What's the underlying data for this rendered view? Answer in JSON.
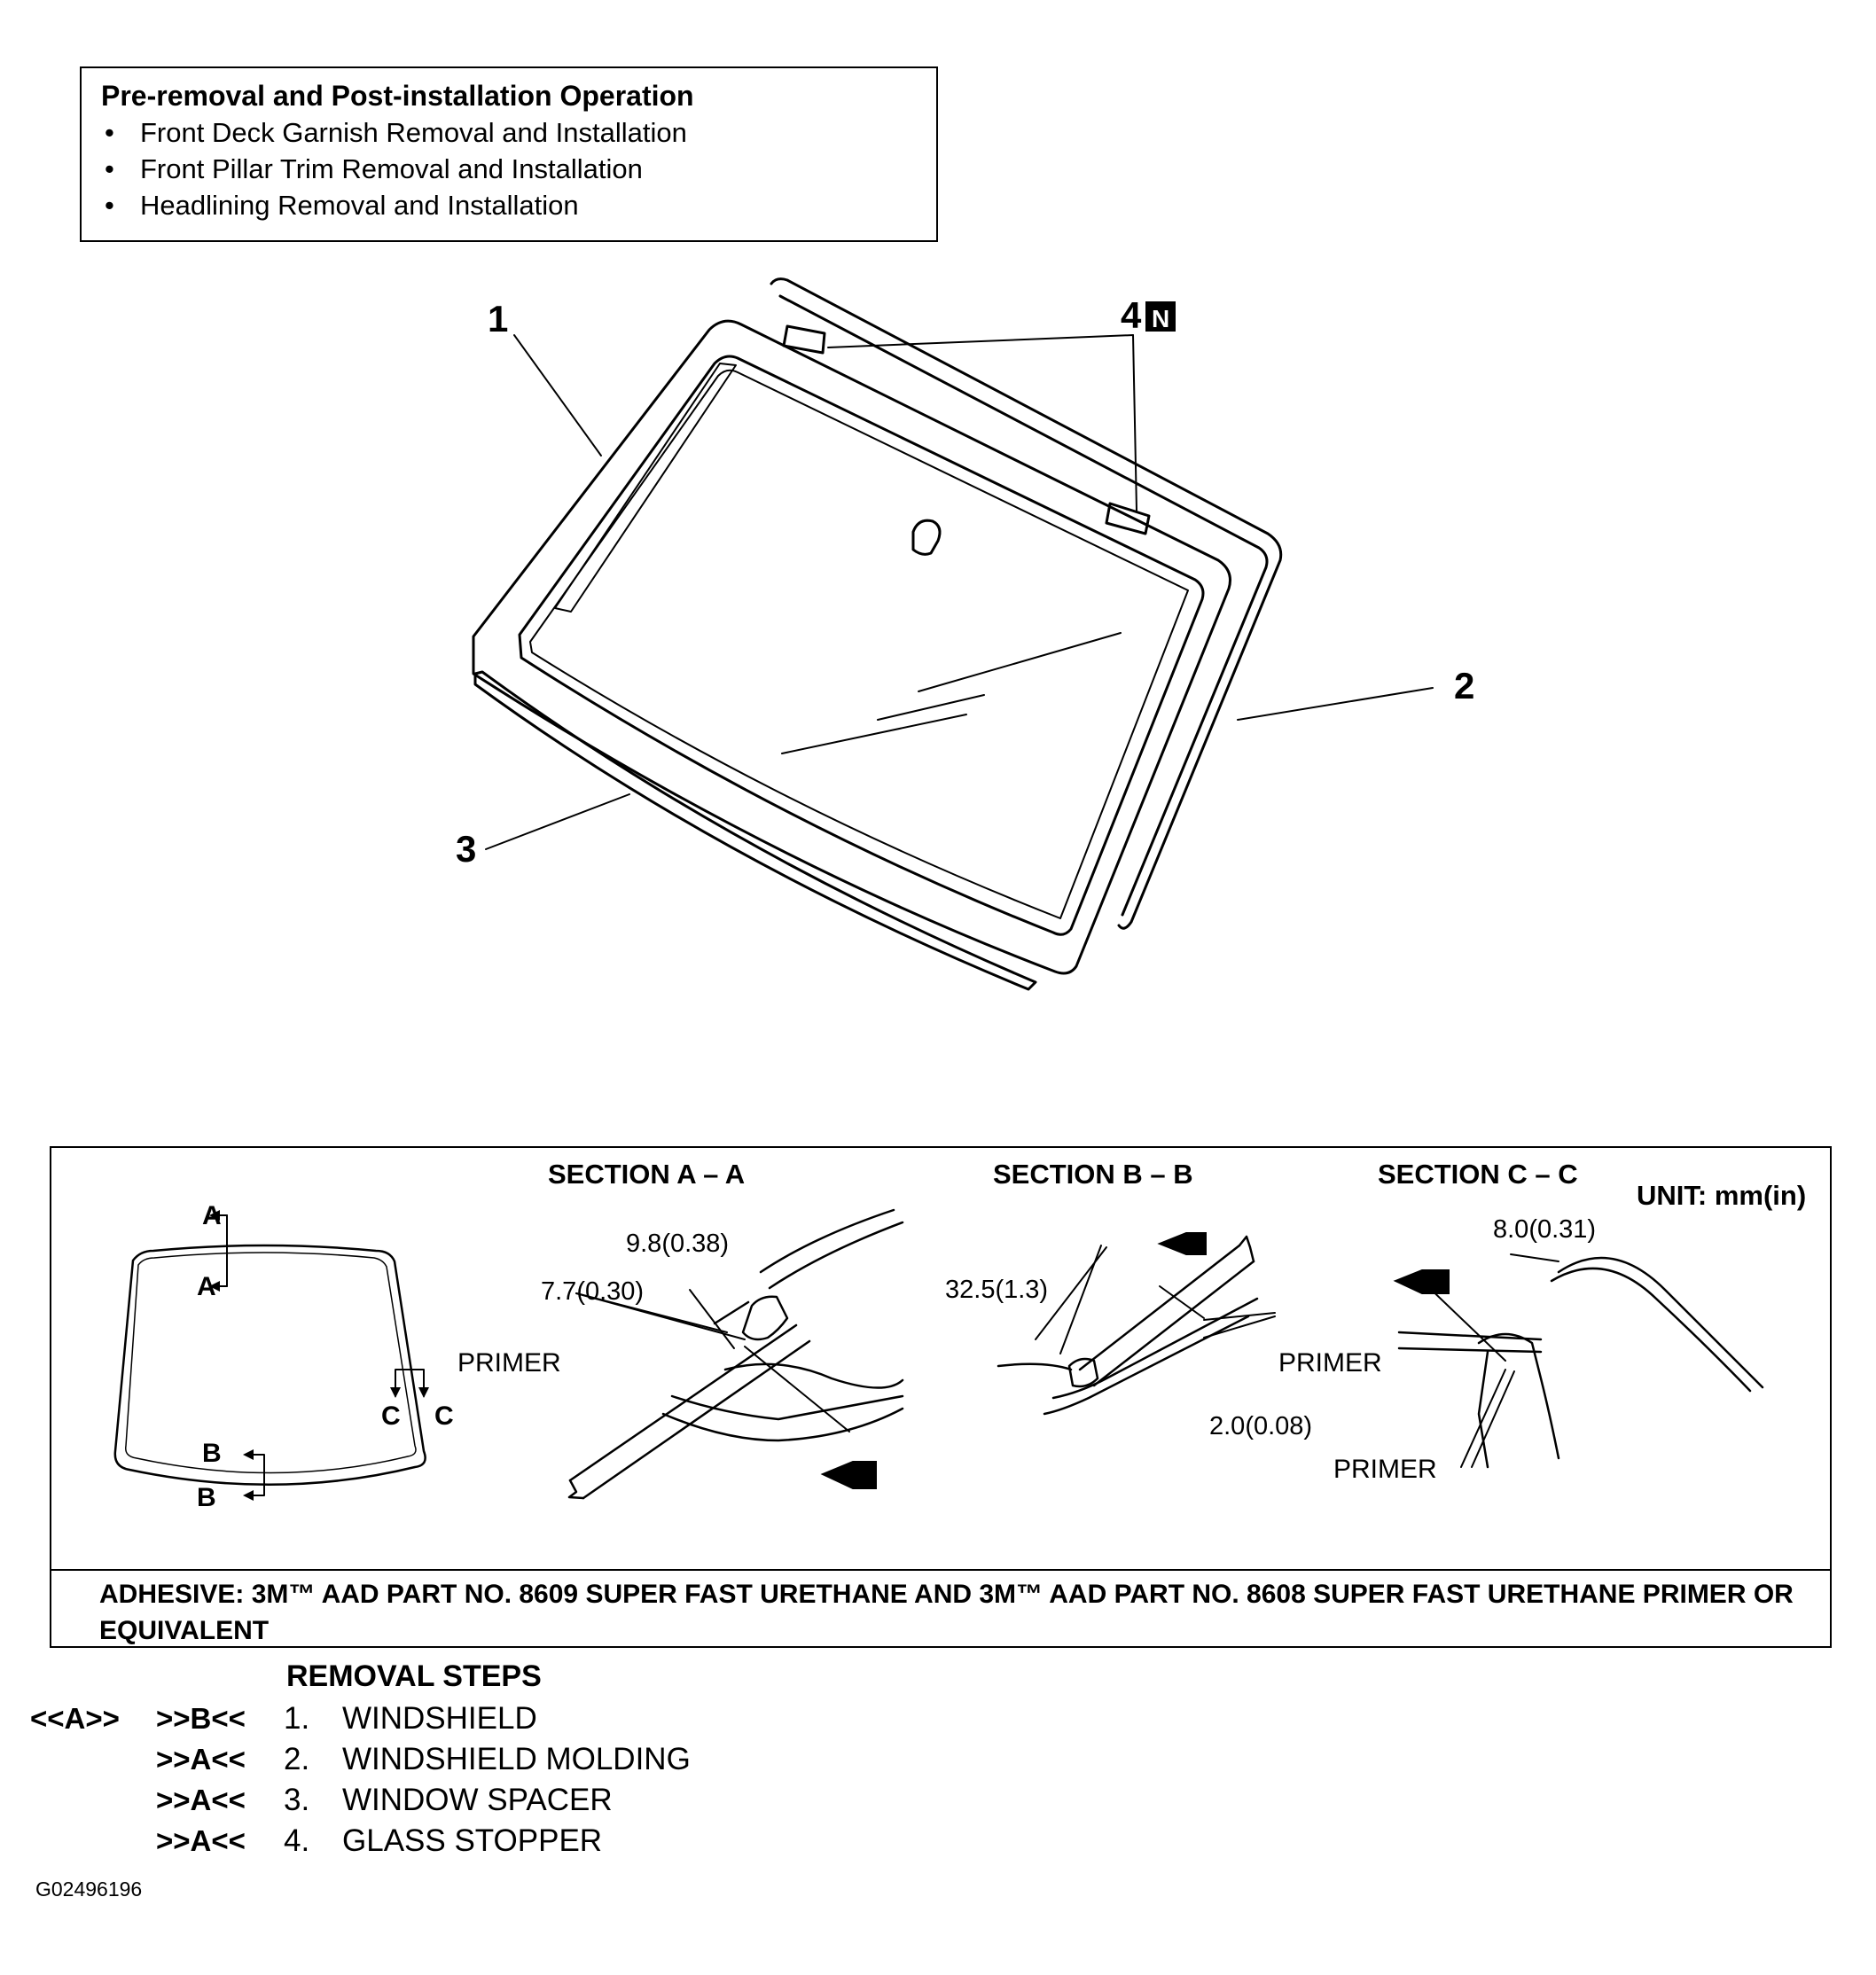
{
  "pre_operation": {
    "title": "Pre-removal and Post-installation Operation",
    "items": [
      "Front Deck Garnish Removal and Installation",
      "Front Pillar Trim Removal and Installation",
      "Headlining Removal and Installation"
    ]
  },
  "callouts": {
    "c1": "1",
    "c2": "2",
    "c3": "3",
    "c4": "4",
    "c4_badge": "N"
  },
  "sections": {
    "aa_title": "SECTION A – A",
    "bb_title": "SECTION B – B",
    "cc_title": "SECTION C – C",
    "unit": "UNIT: mm(in)",
    "key": {
      "a_top": "A",
      "a_bot": "A",
      "c_left": "C",
      "c_right": "C",
      "b_top": "B",
      "b_bot": "B"
    },
    "aa": {
      "dim1": "9.8(0.38)",
      "dim2": "7.7(0.30)",
      "primer": "PRIMER"
    },
    "bb": {
      "dim1": "32.5(1.3)",
      "dim2": "2.0(0.08)",
      "primer": "PRIMER"
    },
    "cc": {
      "dim1": "8.0(0.31)",
      "primer": "PRIMER"
    },
    "adhesive": "ADHESIVE: 3M™ AAD PART NO. 8609 SUPER FAST URETHANE AND 3M™ AAD PART NO. 8608 SUPER FAST URETHANE PRIMER OR EQUIVALENT"
  },
  "removal": {
    "title": "REMOVAL STEPS",
    "steps": [
      {
        "code_left": "<<A>>",
        "code_right": ">>B<<",
        "num": "1.",
        "name": "WINDSHIELD"
      },
      {
        "code_left": "",
        "code_right": ">>A<<",
        "num": "2.",
        "name": "WINDSHIELD MOLDING"
      },
      {
        "code_left": "",
        "code_right": ">>A<<",
        "num": "3.",
        "name": "WINDOW SPACER"
      },
      {
        "code_left": "",
        "code_right": ">>A<<",
        "num": "4.",
        "name": "GLASS STOPPER"
      }
    ]
  },
  "figure_id": "G02496196"
}
